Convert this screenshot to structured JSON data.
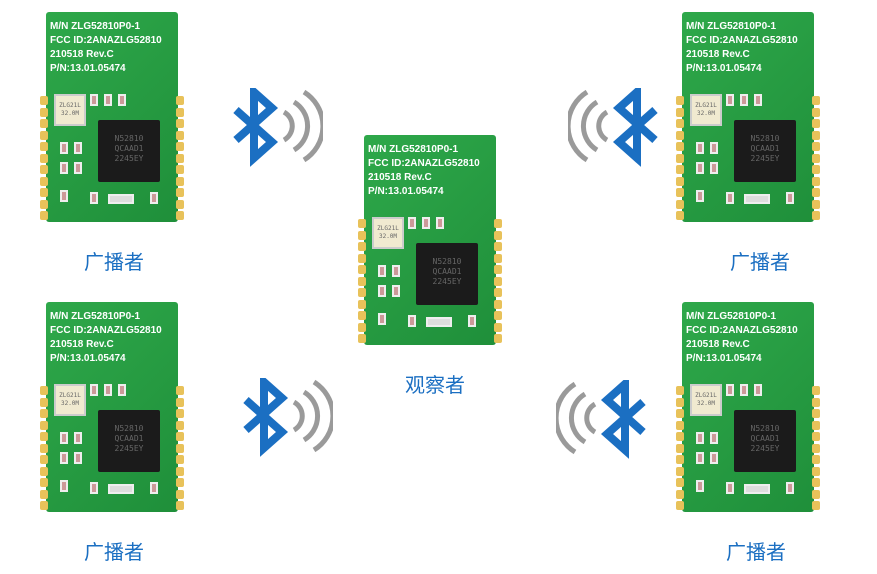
{
  "module": {
    "silk": [
      "M/N ZLG52810P0-1",
      "FCC ID:2ANAZLG52810",
      "210518 Rev.C",
      "P/N:13.01.05474"
    ],
    "crystal": [
      "ZLG21L",
      "32.0M"
    ],
    "chip": [
      "N52810",
      "QCAAD1",
      "2245EY"
    ]
  },
  "labels": {
    "broadcaster": "广播者",
    "observer": "观察者"
  },
  "colors": {
    "bluetooth": "#1b6fc2",
    "waves": "#9a9a9a",
    "pcb": "#2ea84a"
  }
}
